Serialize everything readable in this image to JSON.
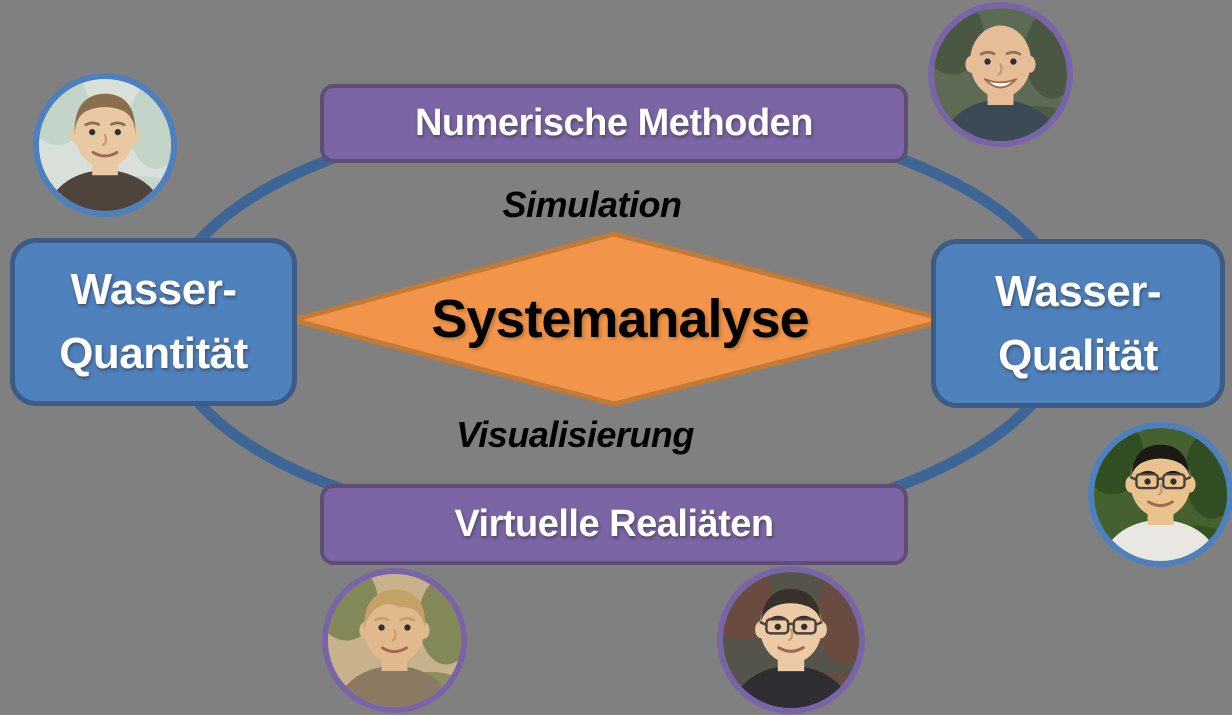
{
  "diagram": {
    "background_color": "#808080",
    "connector_color": "#3D6697",
    "center_diamond": {
      "label": "Systemanalyse",
      "fill": "#F2954A",
      "border": "#C27A35",
      "text_color": "#000000"
    },
    "boxes": {
      "top": {
        "label": "Numerische Methoden",
        "fill": "#7B65A5",
        "border": "#5E4E74",
        "text_color": "#FFFFFF"
      },
      "bottom": {
        "label": "Virtuelle Realiäten",
        "fill": "#7B65A5",
        "border": "#5E4E74",
        "text_color": "#FFFFFF"
      },
      "left": {
        "line1": "Wasser-",
        "line2": "Quantität",
        "fill": "#4F81BD",
        "border": "#3D5C85",
        "text_color": "#FFFFFF"
      },
      "right": {
        "line1": "Wasser-",
        "line2": "Qualität",
        "fill": "#4F81BD",
        "border": "#3D5C85",
        "text_color": "#FFFFFF"
      }
    },
    "edge_labels": {
      "top": "Simulation",
      "bottom": "Visualisierung"
    }
  },
  "avatars": [
    {
      "id": "top-left",
      "person": "man-with-brown-hair",
      "ring_color": "#4C80BE",
      "bg": "#d9e0da",
      "bg2": "#bdd2c4",
      "skin": "#e9c9a4",
      "hair": "#8a6f4c",
      "hair_style": "full",
      "shirt": "#4e443c",
      "glasses": false,
      "smile": "soft"
    },
    {
      "id": "top-right",
      "person": "bald-man-smiling",
      "ring_color": "#7A64A8",
      "bg": "#5d6b55",
      "bg2": "#46543f",
      "skin": "#e6bd97",
      "hair": "",
      "hair_style": "bald",
      "shirt": "#3c4a55",
      "glasses": false,
      "smile": "big"
    },
    {
      "id": "right-middle",
      "person": "man-with-glasses-outdoors",
      "ring_color": "#4C80BE",
      "bg": "#44612f",
      "bg2": "#2e4a20",
      "skin": "#eac28e",
      "hair": "#1d1a16",
      "hair_style": "short",
      "shirt": "#e9e7e1",
      "glasses": true,
      "smile": "soft"
    },
    {
      "id": "bottom-left",
      "person": "man-looking-sideways",
      "ring_color": "#7A64A8",
      "bg": "#c8b28c",
      "bg2": "#75804f",
      "skin": "#e2b88e",
      "hair": "#c3a167",
      "hair_style": "side",
      "shirt": "#8a7a62",
      "glasses": false,
      "smile": "soft"
    },
    {
      "id": "bottom-right",
      "person": "man-with-glasses",
      "ring_color": "#7A64A8",
      "bg": "#54544a",
      "bg2": "#6d4a3d",
      "skin": "#eccaa6",
      "hair": "#38302a",
      "hair_style": "short",
      "shirt": "#2e2e32",
      "glasses": true,
      "smile": "soft"
    }
  ]
}
